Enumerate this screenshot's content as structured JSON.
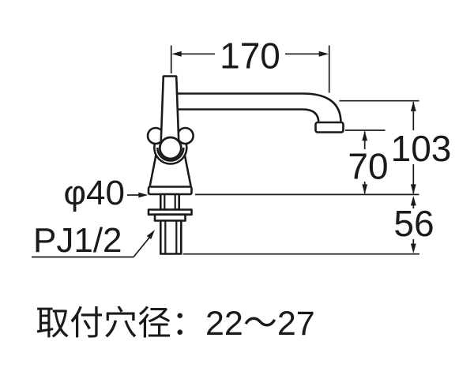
{
  "drawing": {
    "type": "faucet-dimension-diagram",
    "dim_spout_reach": "170",
    "dim_spout_tip_height": "70",
    "dim_total_height": "103",
    "dim_shank_length": "56",
    "label_body_diameter": "φ40",
    "label_thread_size": "PJ1/2",
    "note_mounting_hole": "取付穴径：22〜27"
  },
  "colors": {
    "line": "#1a1a1a",
    "background": "#ffffff"
  }
}
